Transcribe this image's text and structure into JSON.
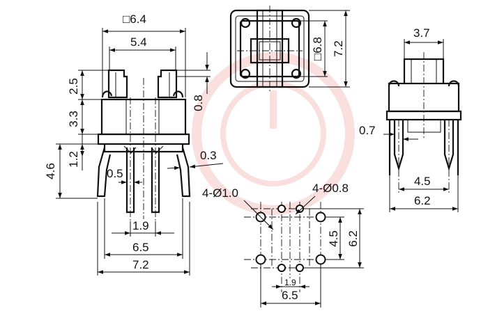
{
  "side_view": {
    "square_size": "□6.4",
    "inner_width": "5.4",
    "top_height": "2.5",
    "gap_height": "0.8",
    "body_height": "3.3",
    "base_height": "1.2",
    "total_height": "4.6",
    "pin_thickness": "0.5",
    "lead_thickness": "0.3",
    "pin_pitch": "1.9",
    "pin_span": "6.5",
    "overall_width": "7.2"
  },
  "top_view": {
    "inner_square": "□6.8",
    "outer_size": "7.2"
  },
  "end_view": {
    "cap_width": "3.7",
    "standoff": "0.7",
    "pin_span": "4.5",
    "overall_width": "6.2"
  },
  "pcb_layout": {
    "large_holes": "4-Ø1.0",
    "small_holes": "4-Ø0.8",
    "vertical_inner": "4.5",
    "vertical_outer": "6.2",
    "horizontal_pitch": "1.9",
    "horizontal_span": "6.5"
  },
  "colors": {
    "line": "#111111",
    "watermark": "#e23a3a"
  }
}
